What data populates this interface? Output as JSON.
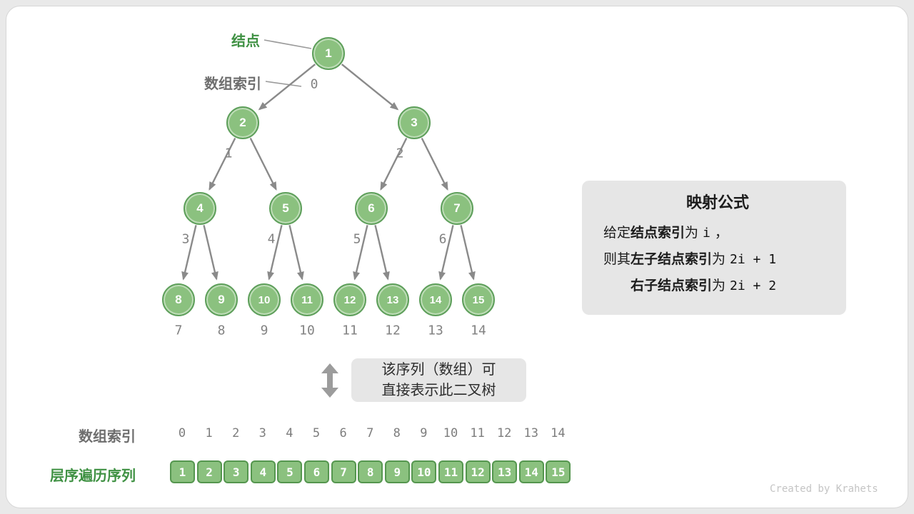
{
  "tree": {
    "node_label": "结点",
    "array_index_label": "数组索引",
    "nodes": [
      {
        "value": "1",
        "index": "0"
      },
      {
        "value": "2",
        "index": "1"
      },
      {
        "value": "3",
        "index": "2"
      },
      {
        "value": "4",
        "index": "3"
      },
      {
        "value": "5",
        "index": "4"
      },
      {
        "value": "6",
        "index": "5"
      },
      {
        "value": "7",
        "index": "6"
      },
      {
        "value": "8",
        "index": "7"
      },
      {
        "value": "9",
        "index": "8"
      },
      {
        "value": "10",
        "index": "9"
      },
      {
        "value": "11",
        "index": "10"
      },
      {
        "value": "12",
        "index": "11"
      },
      {
        "value": "13",
        "index": "12"
      },
      {
        "value": "14",
        "index": "13"
      },
      {
        "value": "15",
        "index": "14"
      }
    ]
  },
  "formula_box": {
    "title": "映射公式",
    "line1": {
      "pre": "给定",
      "bold": "结点索引",
      "mid": "为",
      "code": "i",
      "post": "，"
    },
    "line2": {
      "pre": "则其",
      "bold": "左子结点索引",
      "mid": "为",
      "code": "2i + 1"
    },
    "line3": {
      "bold": "右子结点索引",
      "mid": "为",
      "code": "2i + 2"
    }
  },
  "note_box": {
    "line1": "该序列（数组）可",
    "line2": "直接表示此二叉树"
  },
  "array_section": {
    "index_label": "数组索引",
    "sequence_label": "层序遍历序列",
    "indices": [
      "0",
      "1",
      "2",
      "3",
      "4",
      "5",
      "6",
      "7",
      "8",
      "9",
      "10",
      "11",
      "12",
      "13",
      "14"
    ],
    "values": [
      "1",
      "2",
      "3",
      "4",
      "5",
      "6",
      "7",
      "8",
      "9",
      "10",
      "11",
      "12",
      "13",
      "14",
      "15"
    ]
  },
  "credit": "Created by Krahets",
  "colors": {
    "node_fill": "#8BC17F",
    "node_border": "#5E9F5B",
    "edge": "#8A8A8A",
    "green_label": "#3F9143",
    "gray_label": "#6E6E6E",
    "box_bg": "#E6E6E6"
  }
}
